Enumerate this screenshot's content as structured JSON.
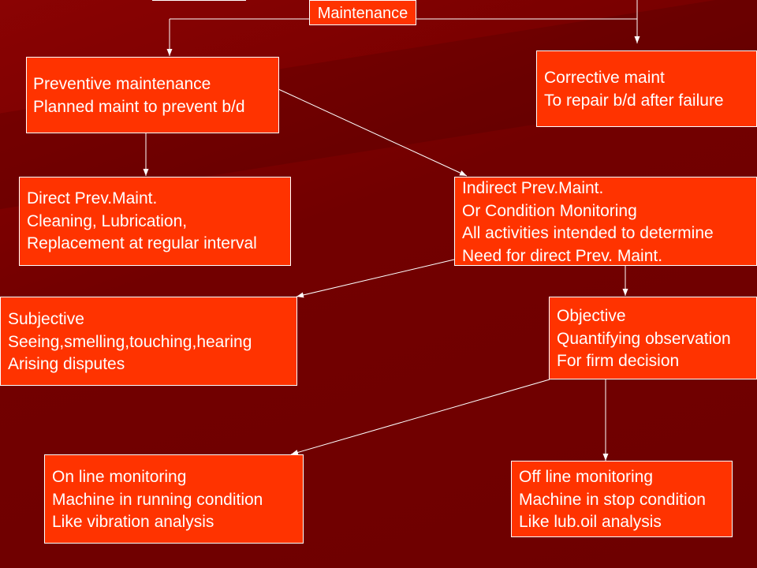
{
  "colors": {
    "background": "#7a0000",
    "box": "#ff3300",
    "border": "#ffffff",
    "text": "#ffffff"
  },
  "root": {
    "label": "Maintenance"
  },
  "preventive": {
    "line1": "Preventive maintenance",
    "line2": "Planned maint to prevent b/d"
  },
  "corrective": {
    "line1": "Corrective maint",
    "line2": "To repair b/d after failure"
  },
  "direct": {
    "line1": "Direct Prev.Maint.",
    "line2": "Cleaning, Lubrication,",
    "line3": "Replacement at regular interval"
  },
  "indirect": {
    "line1": "Indirect Prev.Maint.",
    "line2": "Or Condition Monitoring",
    "line3": "All activities intended to determine",
    "line4": "Need for direct Prev. Maint."
  },
  "subjective": {
    "line1": "Subjective",
    "line2": "Seeing,smelling,touching,hearing",
    "line3": "Arising disputes"
  },
  "objective": {
    "line1": "Objective",
    "line2": "Quantifying observation",
    "line3": "For firm decision"
  },
  "online": {
    "line1": "On line monitoring",
    "line2": "Machine in running condition",
    "line3": "Like vibration analysis"
  },
  "offline": {
    "line1": "Off line monitoring",
    "line2": "Machine in stop condition",
    "line3": "Like lub.oil analysis"
  }
}
